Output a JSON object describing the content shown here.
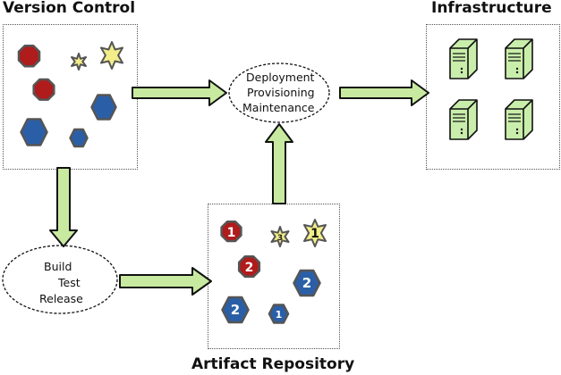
{
  "titles": {
    "version_control": "Version Control",
    "infrastructure": "Infrastructure",
    "artifact_repository": "Artifact Repository"
  },
  "deploy_ellipse": {
    "line1": "Deployment",
    "line2": "Provisioning",
    "line3": "Maintenance"
  },
  "build_ellipse": {
    "line1": "Build",
    "line2": "Test",
    "line3": "Release"
  },
  "artifacts": {
    "red_1": "1",
    "red_2": "2",
    "star_3": "3",
    "star_1": "1",
    "blue_2a": "2",
    "blue_2b": "2",
    "blue_1": "1"
  },
  "colors": {
    "red": "#b01b1b",
    "blue": "#2a5fa8",
    "star": "#f3ee8a",
    "arrow_fill": "#c8eaa0",
    "server": "#c9eeab"
  }
}
